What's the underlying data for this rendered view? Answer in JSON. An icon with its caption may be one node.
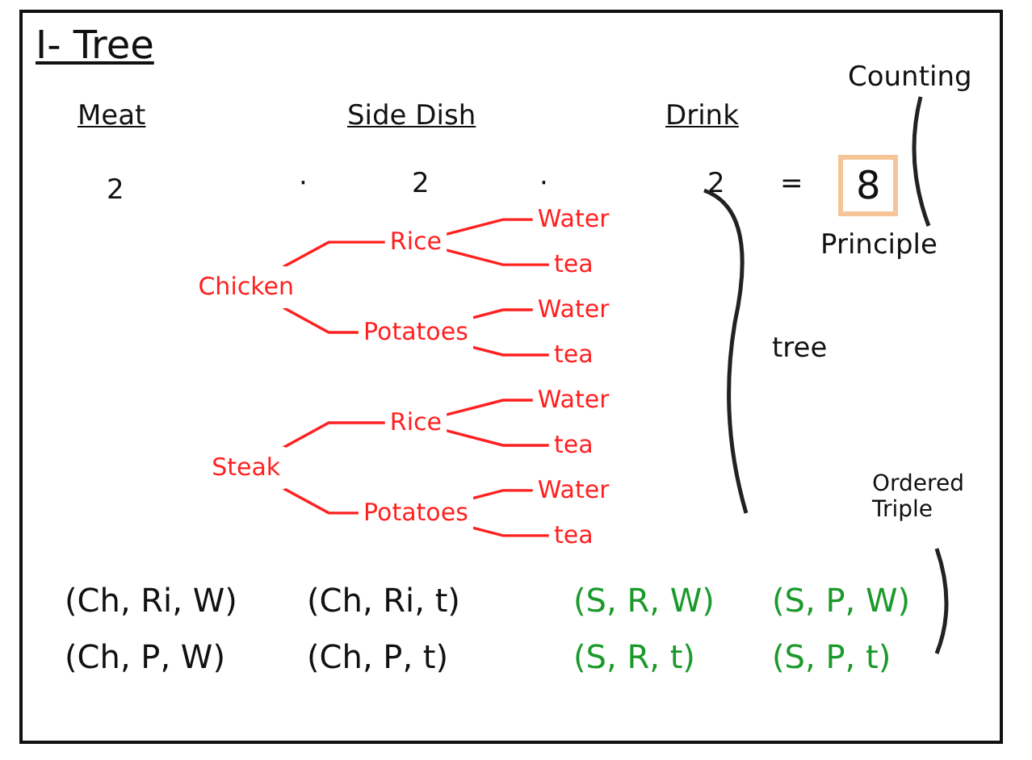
{
  "diagram": {
    "title": "I- Tree",
    "nodes": [
      {
        "text": [
          "Chicken"
        ]
      },
      {
        "text": [
          "Rice"
        ]
      },
      {
        "text": [
          "Potatoes"
        ]
      },
      {
        "text": [
          "Water"
        ]
      },
      {
        "text": [
          "tea"
        ]
      },
      {
        "text": [
          "Water"
        ]
      },
      {
        "text": [
          "tea"
        ]
      },
      {
        "text": [
          "Steak"
        ]
      },
      {
        "text": [
          "Rice"
        ]
      },
      {
        "text": [
          "Potatoes"
        ]
      },
      {
        "text": [
          "Water"
        ]
      },
      {
        "text": [
          "tea"
        ]
      },
      {
        "text": [
          "Water"
        ]
      },
      {
        "text": [
          "tea"
        ]
      }
    ],
    "edges": [
      {
        "from": 0,
        "to": 1,
        "arrow": "none"
      },
      {
        "from": 0,
        "to": 2,
        "arrow": "none"
      },
      {
        "from": 1,
        "to": 3,
        "arrow": "none"
      },
      {
        "from": 1,
        "to": 4,
        "arrow": "none"
      },
      {
        "from": 2,
        "to": 5,
        "arrow": "none"
      },
      {
        "from": 2,
        "to": 6,
        "arrow": "none"
      },
      {
        "from": 7,
        "to": 8,
        "arrow": "none"
      },
      {
        "from": 7,
        "to": 9,
        "arrow": "none"
      },
      {
        "from": 8,
        "to": 10,
        "arrow": "none"
      },
      {
        "from": 8,
        "to": 11,
        "arrow": "none"
      },
      {
        "from": 9,
        "to": 12,
        "arrow": "none"
      },
      {
        "from": 9,
        "to": 13,
        "arrow": "none"
      }
    ],
    "labels": [
      "Meat",
      "Side Dish",
      "Drink",
      "Counting",
      "2",
      "·",
      "2",
      "·",
      "2",
      "=",
      "8",
      "Principle",
      "tree",
      "Ordered Triple",
      "(Ch, Ri, W)",
      "(Ch, Ri, t)",
      "(S, R, W)",
      "(S, P, W)",
      "(Ch, P, W)",
      "(Ch, P, t)",
      "(S, R, t)",
      "(S, P, t)"
    ]
  }
}
